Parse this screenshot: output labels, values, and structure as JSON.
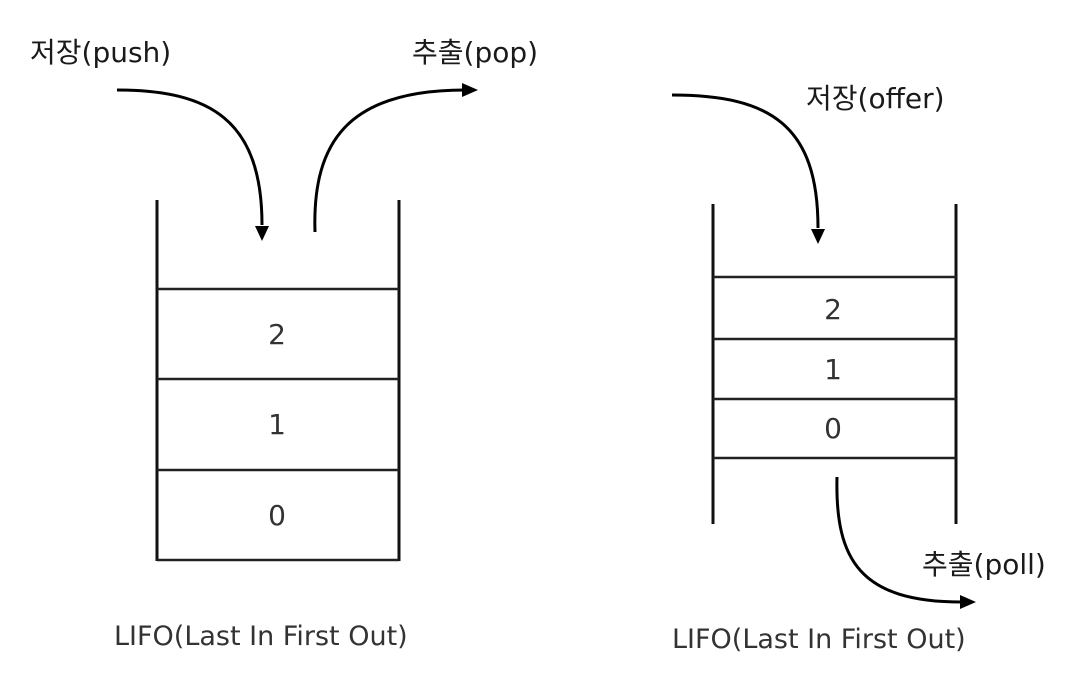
{
  "stack": {
    "push_label": "저장(push)",
    "pop_label": "추출(pop)",
    "cells": [
      "2",
      "1",
      "0"
    ],
    "caption": "LIFO(Last In First Out)"
  },
  "queue": {
    "offer_label": "저장(offer)",
    "poll_label": "추출(poll)",
    "cells": [
      "2",
      "1",
      "0"
    ],
    "caption": "LIFO(Last In First Out)"
  }
}
